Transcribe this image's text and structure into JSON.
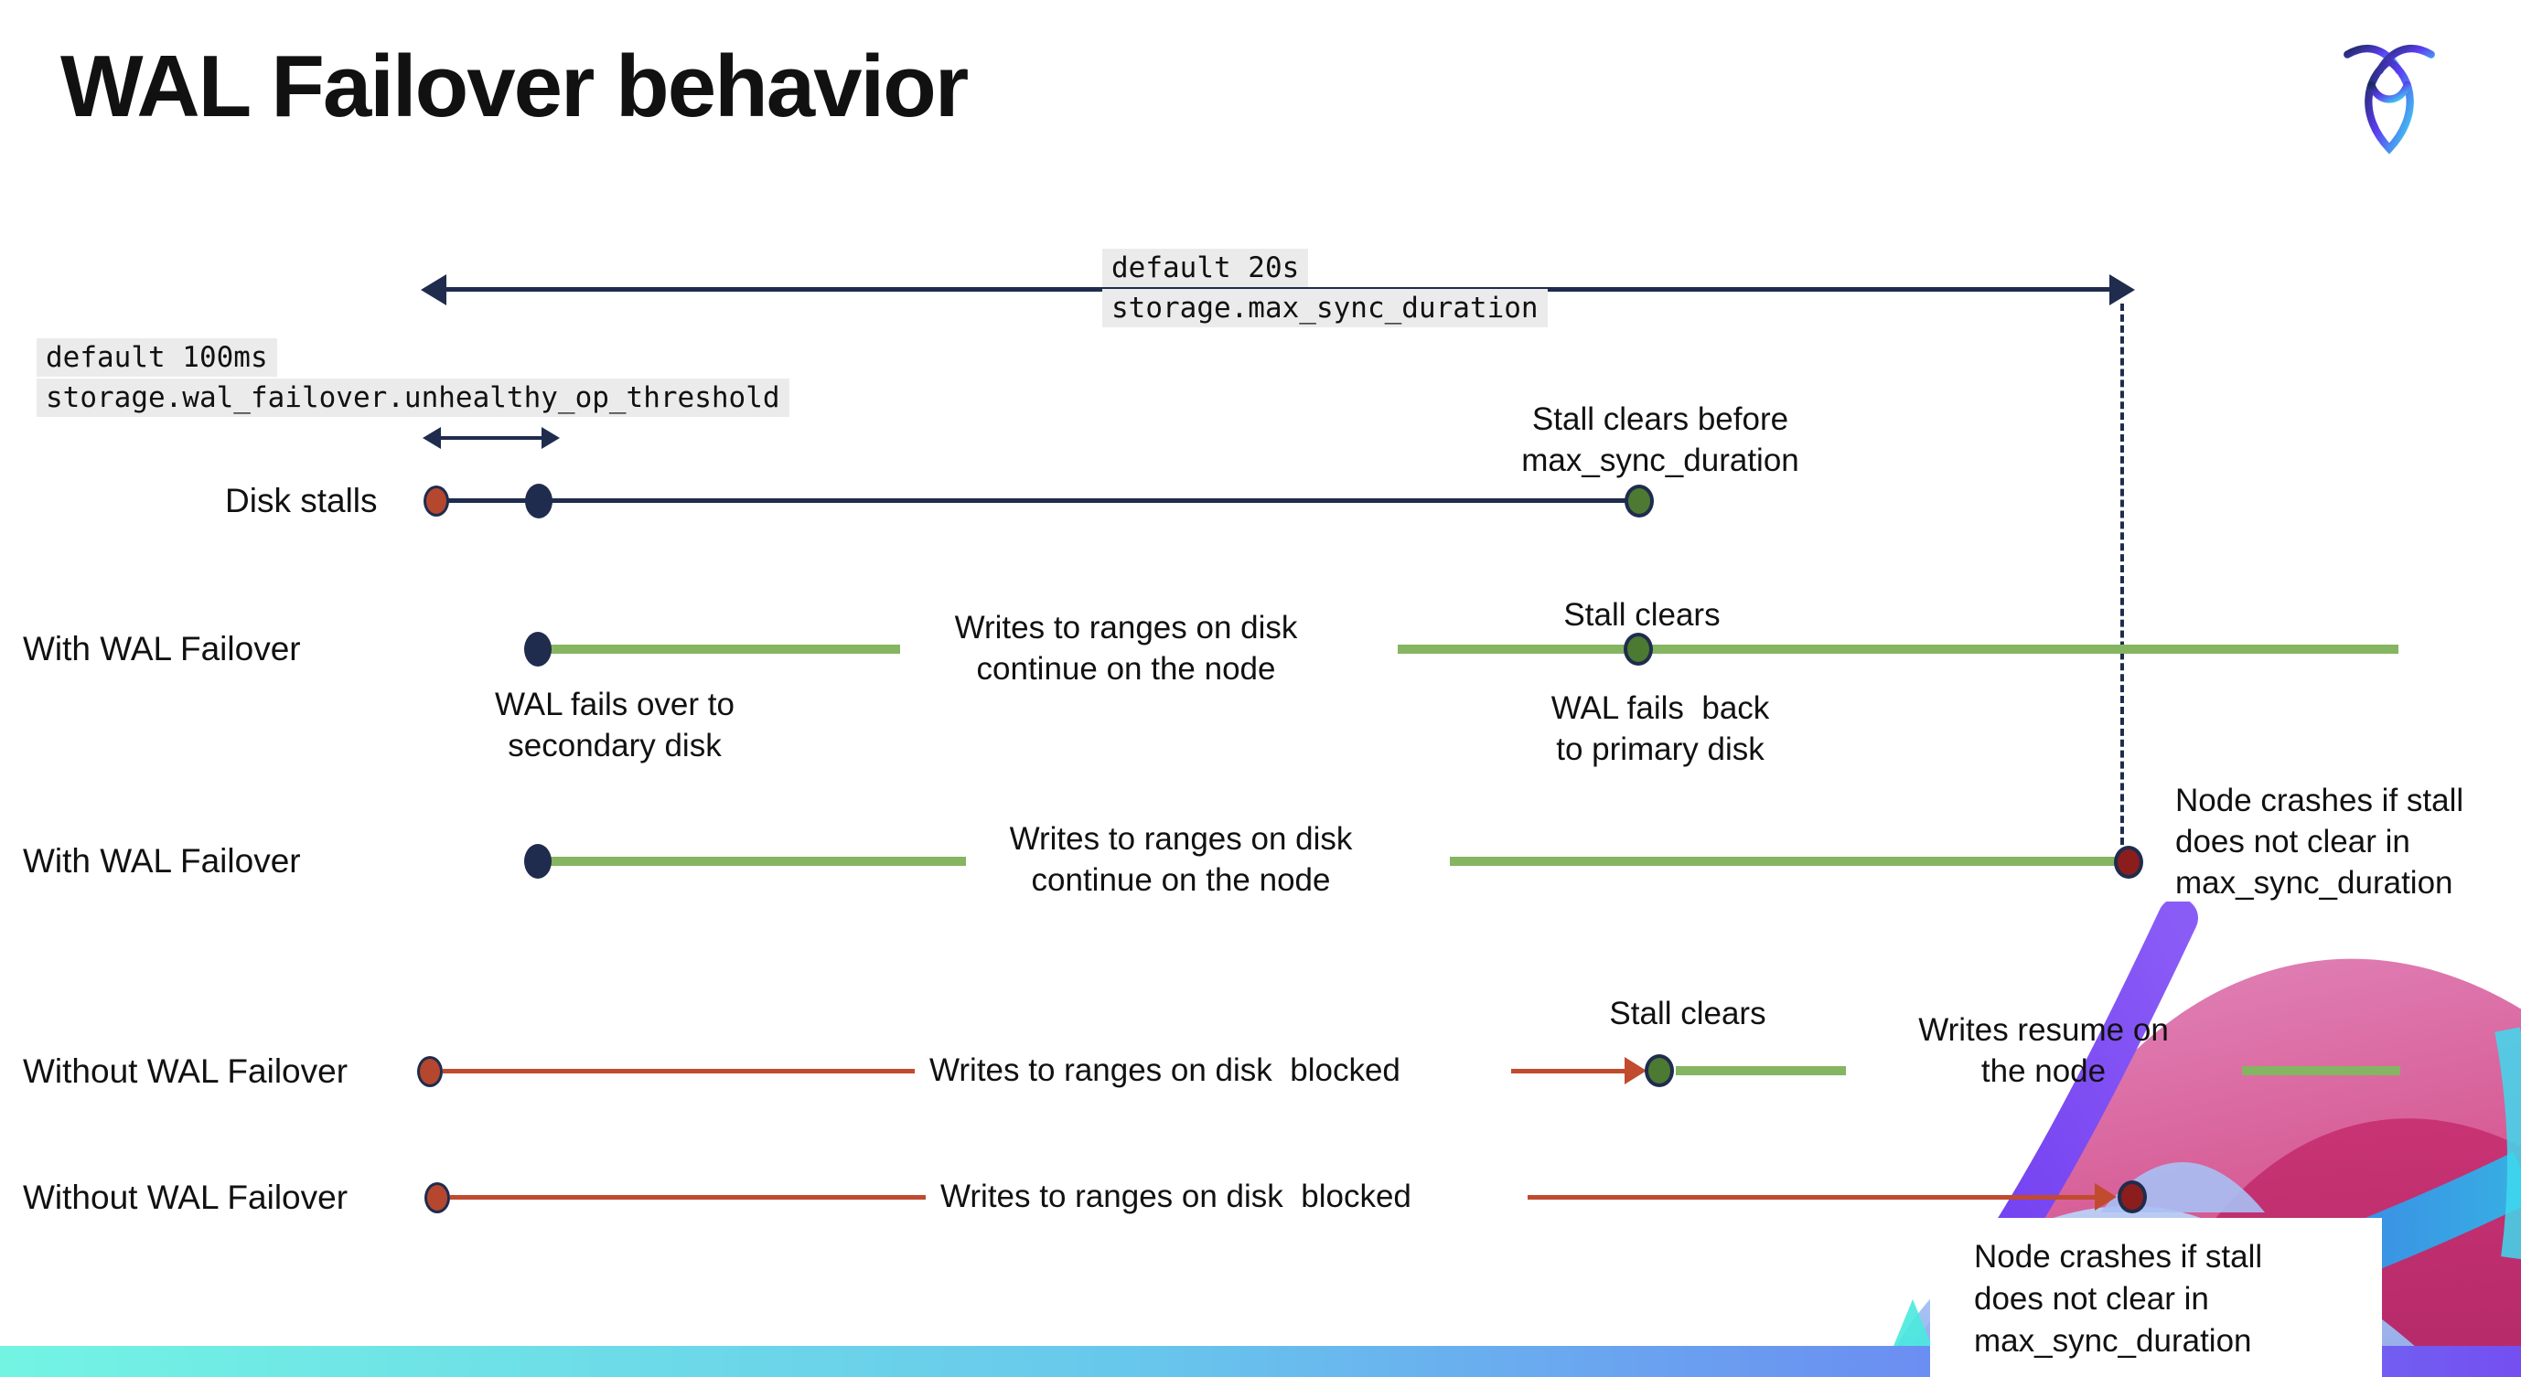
{
  "slide": {
    "title": "WAL Failover behavior"
  },
  "settings": {
    "max_sync_duration": {
      "default_label": "default 20s",
      "setting_name": "storage.max_sync_duration"
    },
    "unhealthy_op_threshold": {
      "default_label": "default 100ms",
      "setting_name": "storage.wal_failover.unhealthy_op_threshold"
    }
  },
  "rows": {
    "disk_stalls": {
      "label": "Disk stalls",
      "stall_clears_before": "Stall clears before\nmax_sync_duration"
    },
    "with_wal_1": {
      "label": "With WAL Failover",
      "writes_continue": "Writes to ranges on disk\ncontinue on the node",
      "stall_clears": "Stall clears",
      "fails_over": "WAL fails over to\nsecondary disk",
      "fails_back": "WAL fails  back\nto primary disk"
    },
    "with_wal_2": {
      "label": "With WAL Failover",
      "writes_continue": "Writes to ranges on disk\ncontinue on the node",
      "node_crashes": "Node crashes if stall\ndoes not clear in\nmax_sync_duration"
    },
    "without_wal_1": {
      "label": "Without WAL Failover",
      "writes_blocked": "Writes to ranges on disk  blocked",
      "stall_clears": "Stall clears",
      "writes_resume": "Writes resume on\nthe node"
    },
    "without_wal_2": {
      "label": "Without WAL Failover",
      "writes_blocked": "Writes to ranges on disk  blocked",
      "node_crashes": "Node crashes if stall\ndoes not clear in\nmax_sync_duration"
    }
  },
  "colors": {
    "navy": "#1f2c4d",
    "green_line": "#85b561",
    "green_dot": "#4c7a32",
    "red_line": "#c04b2f",
    "red_dot": "#b5472e",
    "dark_red": "#8c1d1d",
    "code_bg": "#ebebeb",
    "bar_gradient_start": "#73f4e3",
    "bar_gradient_end": "#744ff1",
    "logo_gradient_start": "#1b2a5e",
    "logo_gradient_mid": "#5b3df0",
    "logo_gradient_end": "#3fc6f0"
  }
}
